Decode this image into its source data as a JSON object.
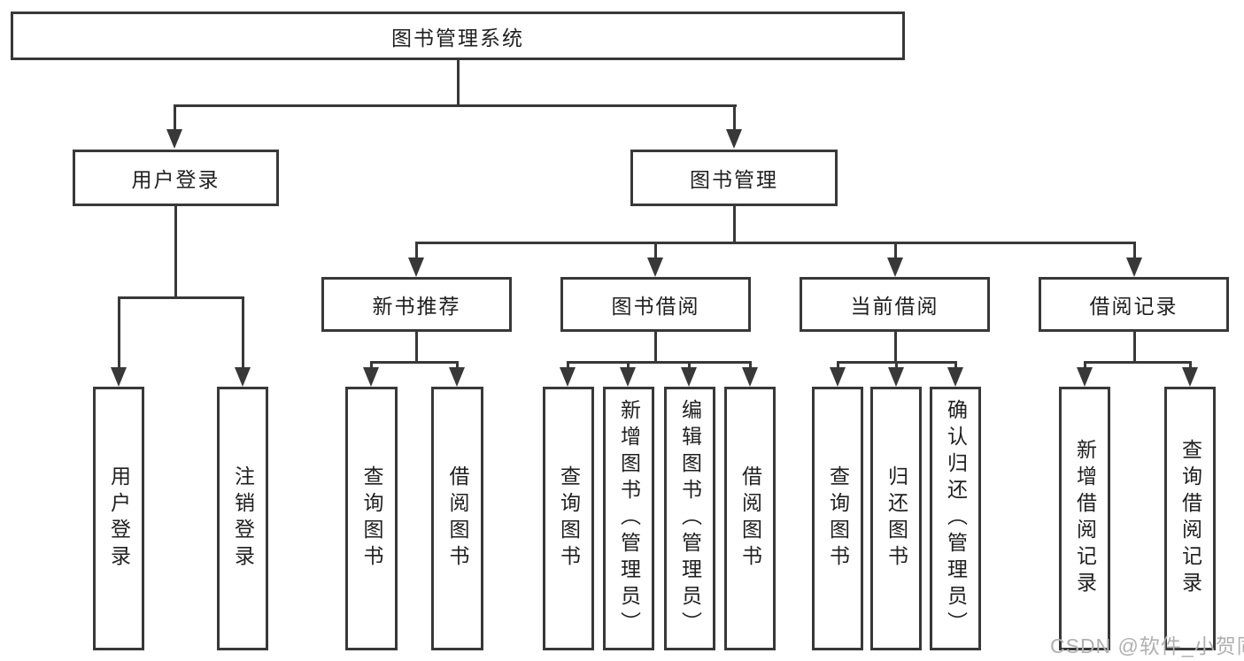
{
  "tree": {
    "root": "图书管理系统",
    "branches": [
      {
        "label": "用户登录",
        "leaves": [
          "用户登录",
          "注销登录"
        ]
      },
      {
        "label": "图书管理",
        "groups": [
          {
            "label": "新书推荐",
            "leaves": [
              "查询图书",
              "借阅图书"
            ]
          },
          {
            "label": "图书借阅",
            "leaves": [
              "查询图书",
              "新增图书（管理员）",
              "编辑图书（管理员）",
              "借阅图书"
            ]
          },
          {
            "label": "当前借阅",
            "leaves": [
              "查询图书",
              "归还图书",
              "确认归还（管理员）"
            ]
          },
          {
            "label": "借阅记录",
            "leaves": [
              "新增借阅记录",
              "查询借阅记录"
            ]
          }
        ]
      }
    ]
  },
  "watermark": "CSDN @软件_小贺同学",
  "colors": {
    "line": "#383838",
    "text": "#1f1f1f",
    "watermark": "#b0b0b0",
    "background": "#ffffff"
  }
}
